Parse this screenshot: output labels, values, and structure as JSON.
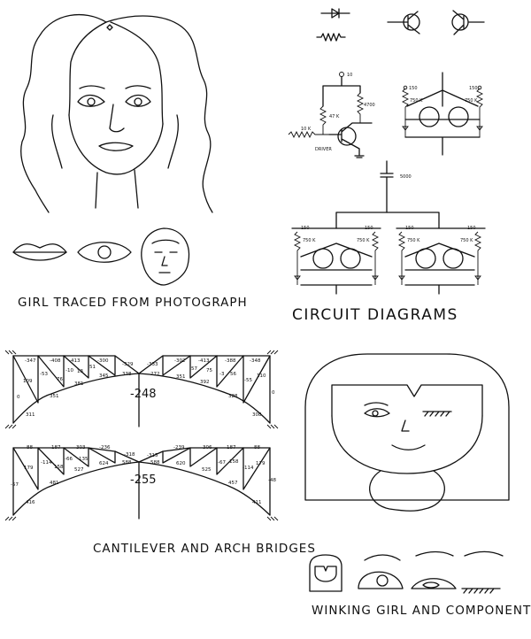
{
  "captions": {
    "girl": "GIRL TRACED FROM PHOTOGRAPH",
    "circuit": "CIRCUIT DIAGRAMS",
    "bridges": "CANTILEVER AND ARCH BRIDGES",
    "winking": "WINKING GIRL AND COMPONENTS"
  },
  "circuit": {
    "supply": "10",
    "r_collector": "4700",
    "r_base_pull": "47 K",
    "r_input": "10 K",
    "driver": "DRIVER",
    "capacitor": "5000",
    "terminal": "150",
    "r_flipflop": "750 K"
  },
  "bridges": {
    "cantilever": {
      "center_value": "-248",
      "members": [
        "-347",
        "-408",
        "-413",
        "-300",
        "-329",
        "-333",
        "-302",
        "-413",
        "-388",
        "-348",
        "109",
        "-53",
        "76",
        "-10",
        "13",
        "51",
        "0",
        "351",
        "381",
        "345",
        "338",
        "272",
        "351",
        "392",
        "57",
        "75",
        "-3",
        "56",
        "-55",
        "110",
        "0",
        "328",
        "308",
        "311"
      ]
    },
    "arch": {
      "center_value": "-255",
      "members": [
        "-88",
        "-187",
        "-303",
        "-236",
        "-318",
        "-315",
        "-239",
        "-306",
        "-187",
        "-88",
        "179",
        "-114",
        "158",
        "-66",
        "135",
        "-57",
        "481",
        "527",
        "624",
        "588",
        "588",
        "620",
        "525",
        "457",
        "411",
        "416",
        "-67",
        "158",
        "-114",
        "179",
        "-48"
      ]
    }
  }
}
